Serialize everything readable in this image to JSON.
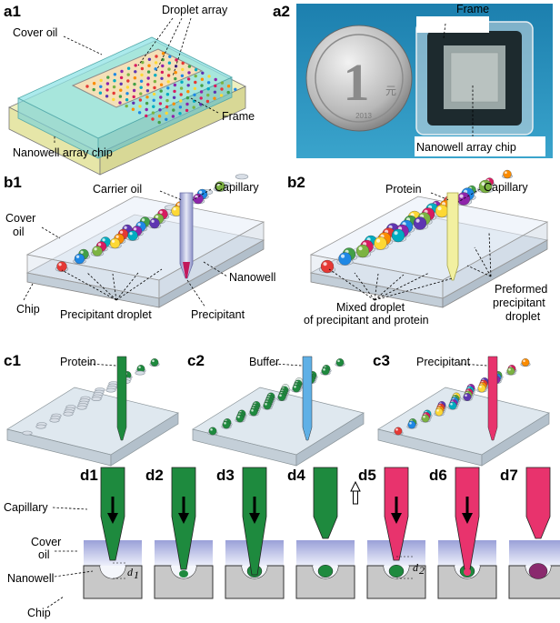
{
  "panel_a1": {
    "id": "a1",
    "labels": {
      "cover_oil": "Cover oil",
      "droplet_array": "Droplet array",
      "frame": "Frame",
      "chip": "Nanowell array chip"
    }
  },
  "panel_a2": {
    "id": "a2",
    "labels": {
      "frame": "Frame",
      "chip": "Nanowell array chip"
    },
    "coin": {
      "denomination": "1",
      "unit": "元",
      "year": "2013"
    }
  },
  "panel_b1": {
    "id": "b1",
    "labels": {
      "cover_oil_line1": "Cover",
      "cover_oil_line2": "oil",
      "carrier_oil": "Carrier oil",
      "capillary": "Capillary",
      "nanowell": "Nanowell",
      "chip": "Chip",
      "precipitant_droplet": "Precipitant droplet",
      "precipitant": "Precipitant"
    }
  },
  "panel_b2": {
    "id": "b2",
    "labels": {
      "protein": "Protein",
      "capillary": "Capillary",
      "mixed_line1": "Mixed droplet",
      "mixed_line2": "of precipitant and protein",
      "preformed_line1": "Preformed",
      "preformed_line2": "precipitant",
      "preformed_line3": "droplet"
    }
  },
  "panel_c": [
    {
      "id": "c1",
      "label": "Protein",
      "color": "#1e8a3e"
    },
    {
      "id": "c2",
      "label": "Buffer",
      "color": "#5fb0e6"
    },
    {
      "id": "c3",
      "label": "Precipitant",
      "color": "#e8336d"
    }
  ],
  "panel_d": {
    "ids": [
      "d1",
      "d2",
      "d3",
      "d4",
      "d5",
      "d6",
      "d7"
    ],
    "labels": {
      "capillary": "Capillary",
      "cover_oil_line1": "Cover",
      "cover_oil_line2": "oil",
      "nanowell": "Nanowell",
      "chip": "Chip",
      "d1": "d",
      "d1_sub": "1",
      "d2": "d",
      "d2_sub": "2"
    }
  },
  "colors": {
    "protein": "#1e8a3e",
    "buffer": "#5fb0e6",
    "precipitant": "#e8336d",
    "mixed": "#8a2a6e",
    "oil": "#b9bfe6",
    "chip": "#c8c8c8"
  }
}
